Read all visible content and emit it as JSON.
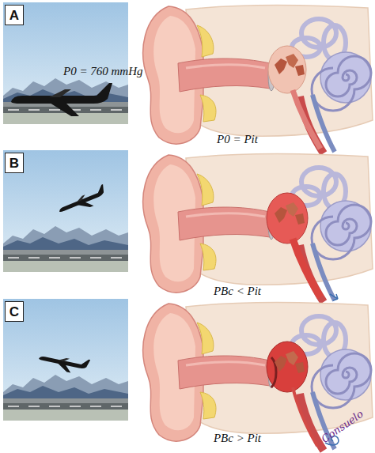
{
  "diagram": {
    "nodes": [
      {
        "text": [
          "A"
        ]
      },
      {
        "text": [
          "B"
        ]
      },
      {
        "text": [
          "C"
        ]
      }
    ],
    "labels": [
      "P0 = 760 mmHg",
      "P0 = Pit",
      "PBc < Pit",
      "PBc > Pit",
      "Consuelo"
    ]
  }
}
